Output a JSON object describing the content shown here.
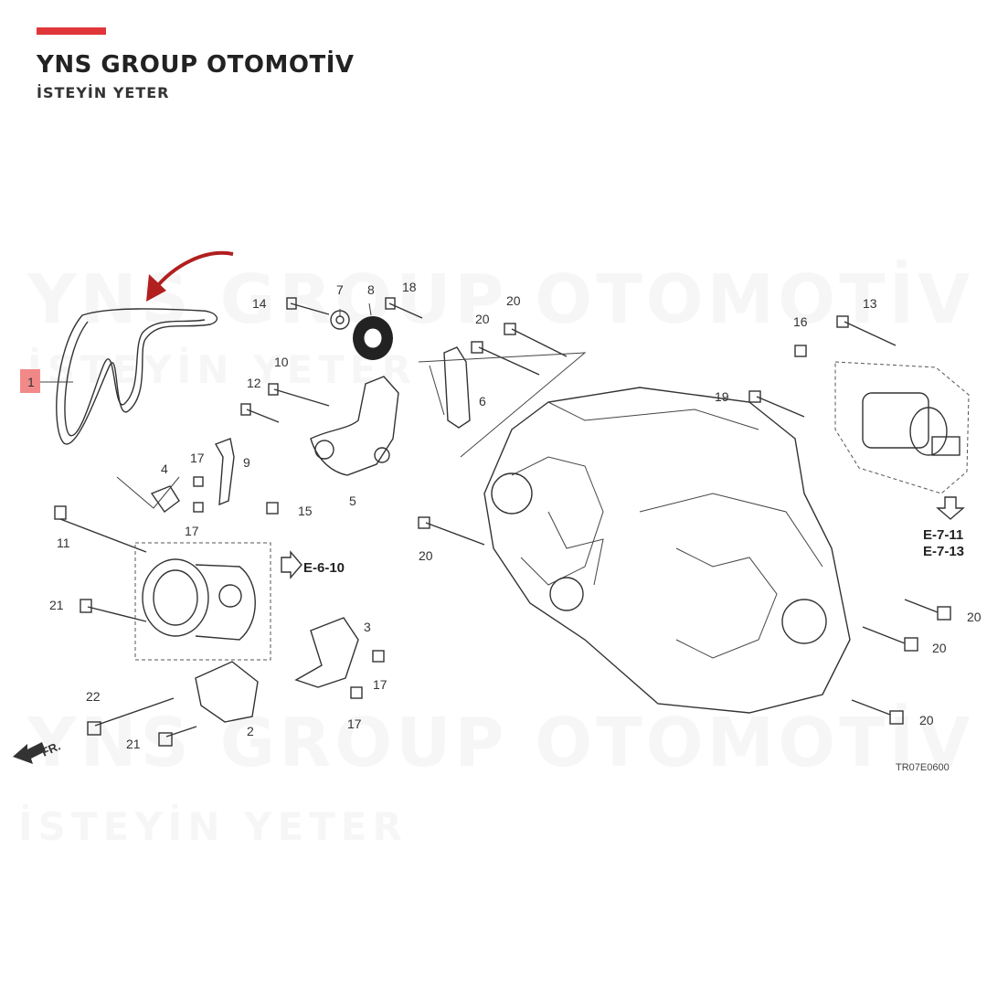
{
  "brand": {
    "name": "YNS GROUP OTOMOTİV",
    "slogan": "İSTEYİN YETER",
    "accent_color": "#e0363a"
  },
  "watermark": {
    "line1": "YNS GROUP OTOMOTİV",
    "line2": "İSTEYİN YETER"
  },
  "diagram": {
    "callouts": [
      "1",
      "2",
      "3",
      "4",
      "5",
      "6",
      "7",
      "8",
      "9",
      "10",
      "11",
      "12",
      "13",
      "14",
      "15",
      "16",
      "17",
      "17",
      "17",
      "17",
      "18",
      "19",
      "20",
      "20",
      "20",
      "20",
      "20",
      "20",
      "20",
      "21",
      "21",
      "22"
    ],
    "refs": {
      "alternator": "E-6-10",
      "starter_a": "E-7-11",
      "starter_b": "E-7-13"
    },
    "front_marker": "FR.",
    "drawing_code": "TR07E0600",
    "highlight_color": "#ef6b6b",
    "pointer_color": "#b11f1f"
  }
}
